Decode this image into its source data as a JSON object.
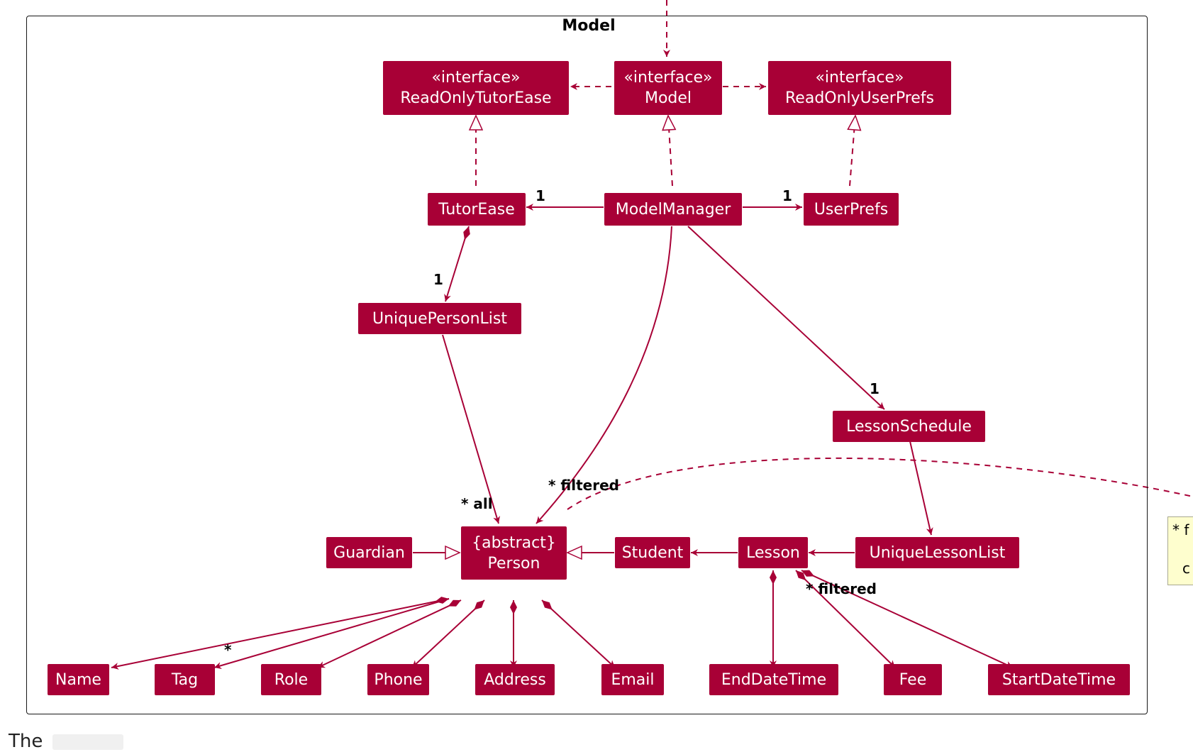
{
  "package": {
    "title": "Model"
  },
  "classes": {
    "read_only_tutor_ease": {
      "stereotype": "«interface»",
      "name": "ReadOnlyTutorEase"
    },
    "model": {
      "stereotype": "«interface»",
      "name": "Model"
    },
    "read_only_user_prefs": {
      "stereotype": "«interface»",
      "name": "ReadOnlyUserPrefs"
    },
    "tutor_ease": {
      "name": "TutorEase"
    },
    "model_manager": {
      "name": "ModelManager"
    },
    "user_prefs": {
      "name": "UserPrefs"
    },
    "unique_person_list": {
      "name": "UniquePersonList"
    },
    "lesson_schedule": {
      "name": "LessonSchedule"
    },
    "guardian": {
      "name": "Guardian"
    },
    "person": {
      "stereotype": "{abstract}",
      "name": "Person"
    },
    "student": {
      "name": "Student"
    },
    "lesson": {
      "name": "Lesson"
    },
    "unique_lesson_list": {
      "name": "UniqueLessonList"
    },
    "name": {
      "name": "Name"
    },
    "tag": {
      "name": "Tag"
    },
    "role": {
      "name": "Role"
    },
    "phone": {
      "name": "Phone"
    },
    "address": {
      "name": "Address"
    },
    "email": {
      "name": "Email"
    },
    "end_date_time": {
      "name": "EndDateTime"
    },
    "fee": {
      "name": "Fee"
    },
    "start_date_time": {
      "name": "StartDateTime"
    }
  },
  "multiplicities": {
    "tutor_ease_one": "1",
    "user_prefs_one": "1",
    "unique_person_list_one": "1",
    "lesson_schedule_one": "1",
    "person_all": "* all",
    "person_filtered": "* filtered",
    "lesson_filtered": "* filtered",
    "tag_many": "*"
  },
  "note": {
    "line1": "* f",
    "line2": "c"
  },
  "footer": {
    "text": "The"
  },
  "colors": {
    "class_fill": "#a80036",
    "class_text": "#ffffff",
    "edge": "#a80036",
    "note_fill": "#fefece"
  }
}
